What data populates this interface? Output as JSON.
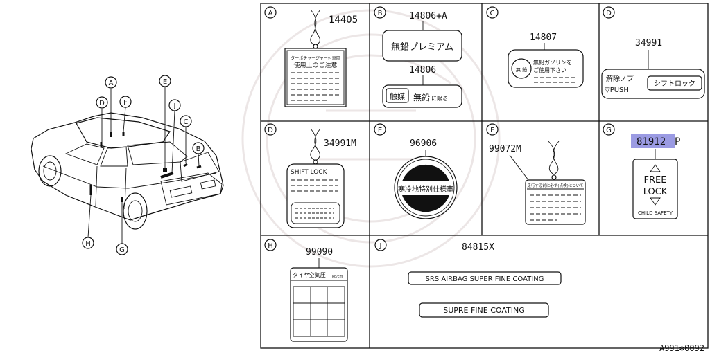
{
  "car": {
    "callouts": [
      "A",
      "D",
      "F",
      "E",
      "J",
      "C",
      "B",
      "H",
      "G"
    ]
  },
  "panels": {
    "A": {
      "letter": "A",
      "part": "14405",
      "line1": "ターボチャージャー付車両",
      "line2": "使用上のご注意"
    },
    "B": {
      "letter": "B",
      "part1": "14806+A",
      "label1": "無鉛プレミアム",
      "part2": "14806",
      "badge": "触媒",
      "label2a": "無鉛",
      "label2b": "に限る"
    },
    "C": {
      "letter": "C",
      "part": "14807",
      "seal": "無 鉛",
      "line1": "無鉛ガソリンを",
      "line2": "ご使用下さい"
    },
    "D1": {
      "letter": "D",
      "part": "34991",
      "line1": "解除ノブ",
      "line2": "▽PUSH",
      "boxed": "シフトロック"
    },
    "D2": {
      "letter": "D",
      "part": "34991M",
      "title": "SHIFT LOCK"
    },
    "E": {
      "letter": "E",
      "part": "96906",
      "text": "寒冷地特別仕様車"
    },
    "F": {
      "letter": "F",
      "part": "99072M",
      "title": "走行する前に必ず(点検)について"
    },
    "G": {
      "letter": "G",
      "part_main": "81912",
      "part_suffix": "P",
      "line1": "FREE",
      "line2": "LOCK",
      "line3": "CHILD SAFETY"
    },
    "H": {
      "letter": "H",
      "part": "99090",
      "title": "タイヤ空気圧",
      "unit": "kg/cm"
    },
    "J": {
      "letter": "J",
      "part": "84815X",
      "label1": "SRS AIRBAG SUPER FINE COATING",
      "label2": "SUPRE FINE COATING"
    }
  },
  "footer": {
    "code": "A991✻0092"
  },
  "colors": {
    "highlight": "#9b9be3",
    "line": "#111111",
    "watermark": "#ece6e6"
  }
}
